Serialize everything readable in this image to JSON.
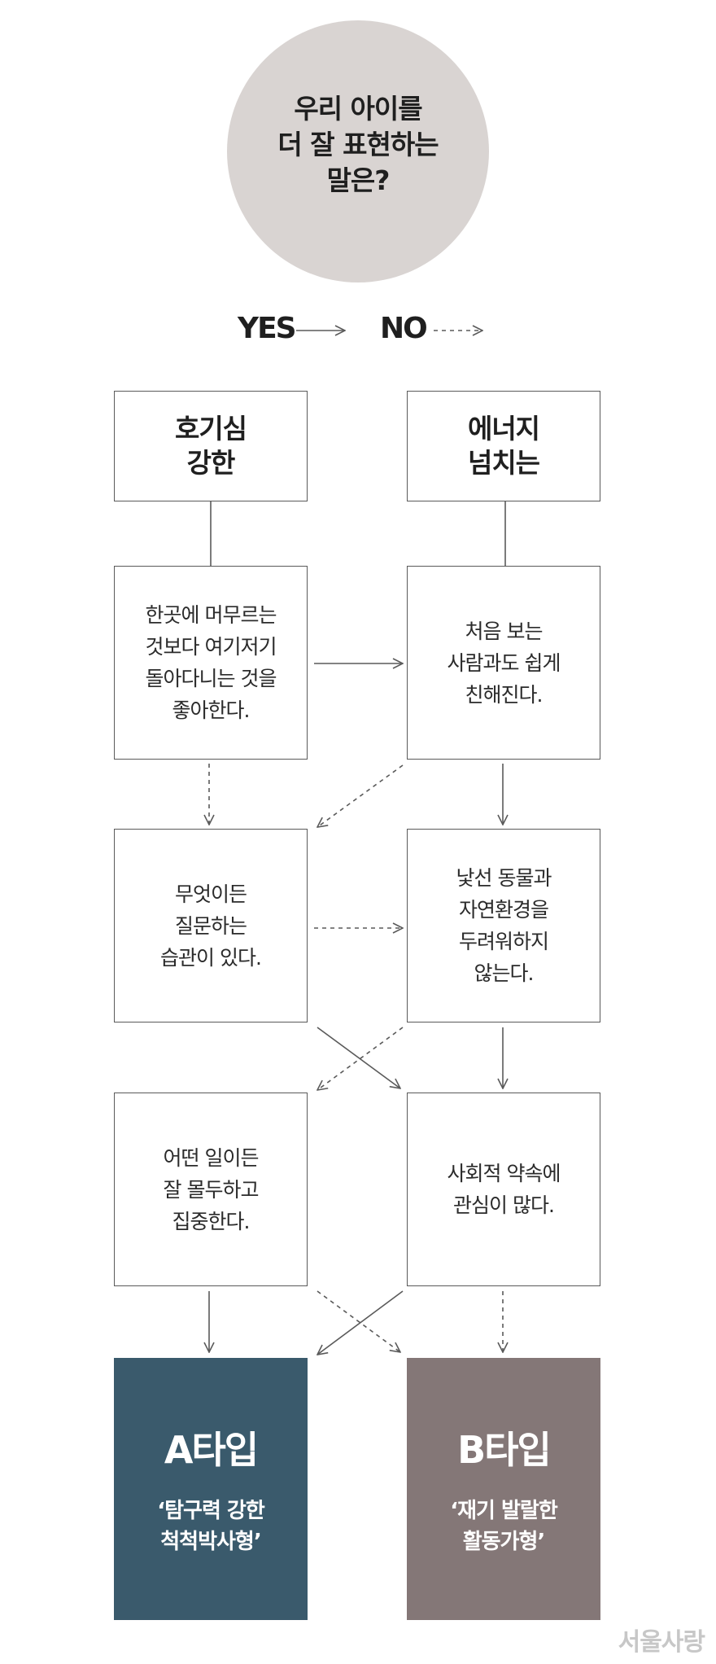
{
  "question": {
    "text": "우리 아이를\n더 잘 표현하는\n말은?"
  },
  "legend": {
    "yes": "YES",
    "no": "NO"
  },
  "columns": {
    "left": {
      "header": "호기심\n강한",
      "q1": "한곳에 머무르는\n것보다 여기저기\n돌아다니는 것을\n좋아한다.",
      "q2": "무엇이든\n질문하는\n습관이 있다.",
      "q3": "어떤 일이든\n잘 몰두하고\n집중한다."
    },
    "right": {
      "header": "에너지\n넘치는",
      "q1": "처음 보는\n사람과도 쉽게\n친해진다.",
      "q2": "낯선 동물과\n자연환경을\n두려워하지\n않는다.",
      "q3": "사회적 약속에\n관심이 많다."
    }
  },
  "results": {
    "a": {
      "title": "A타입",
      "desc": "‘탐구력 강한\n척척박사형’",
      "color": "#3a5a6c"
    },
    "b": {
      "title": "B타입",
      "desc": "‘재기 발랄한\n활동가형’",
      "color": "#847777"
    }
  },
  "colors": {
    "circle": "#d9d4d2",
    "line": "#5a5a5a"
  },
  "watermark": "서울사랑"
}
